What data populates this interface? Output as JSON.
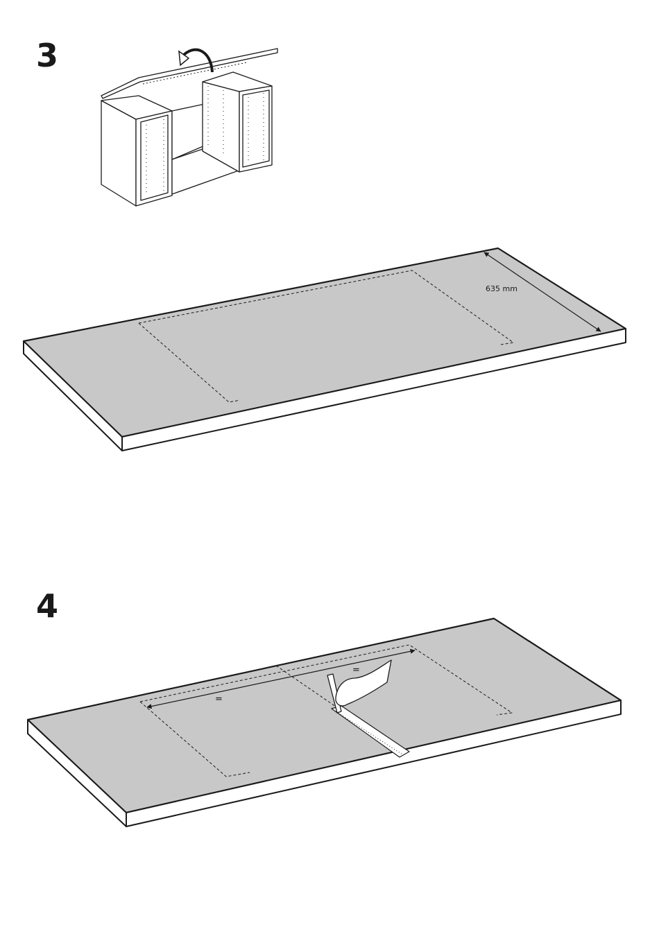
{
  "steps": [
    {
      "number": "3",
      "dimension_label": "635 mm"
    },
    {
      "number": "4",
      "equal_marks": [
        "=",
        "="
      ]
    }
  ],
  "colors": {
    "surface": "#c8c8c8",
    "edge": "#ffffff",
    "line": "#1a1a1a"
  }
}
